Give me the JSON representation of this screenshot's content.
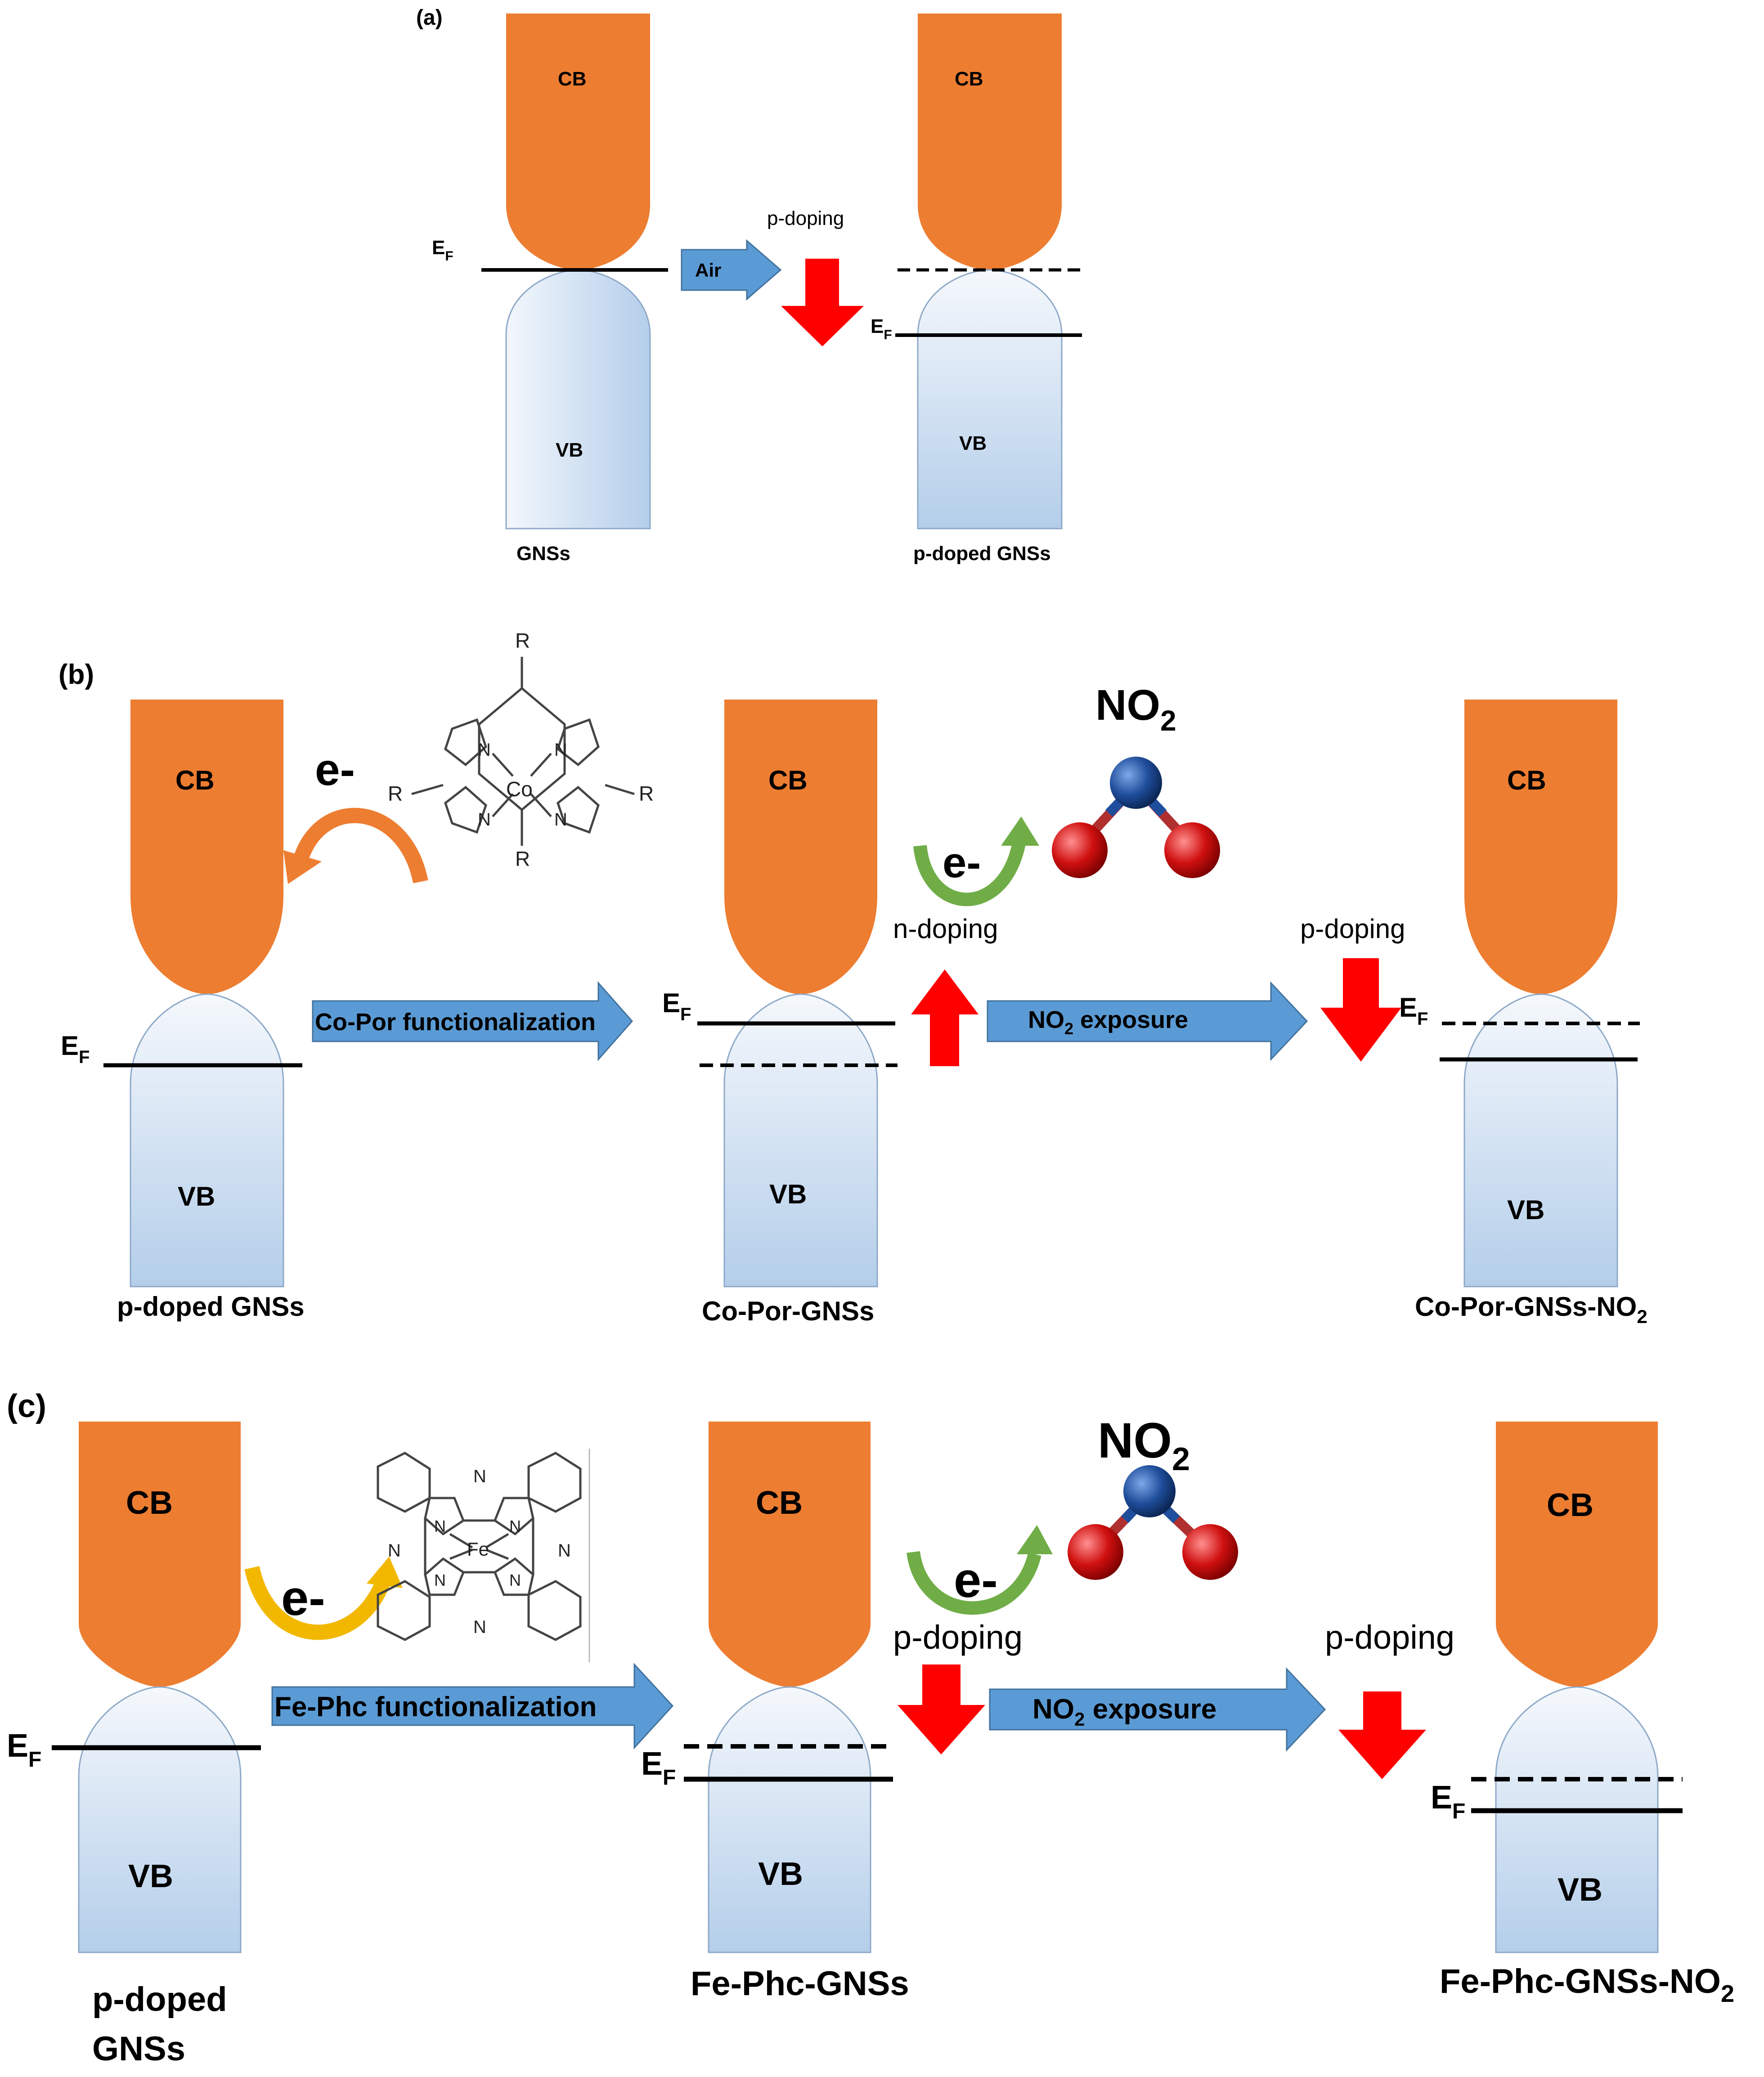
{
  "panels": {
    "a": {
      "label": "(a)",
      "cb": "CB",
      "vb": "VB",
      "ef": "E",
      "ef_sub": "F",
      "left_name": "GNSs",
      "arrow_text": "Air",
      "doping_text": "p-doping",
      "right_name": "p-doped GNSs"
    },
    "b": {
      "label": "(b)",
      "cb": "CB",
      "vb": "VB",
      "ef": "E",
      "ef_sub": "F",
      "electron": "e-",
      "molecule_r": "R",
      "molecule_n": "N",
      "molecule_metal": "Co",
      "left_name": "p-doped GNSs",
      "arrow1_text": "Co-Por functionalization",
      "mid_name": "Co-Por-GNSs",
      "n_doping": "n-doping",
      "no2_main": "NO",
      "no2_sub": "2",
      "arrow2_main": "NO",
      "arrow2_sub": "2",
      "arrow2_rest": " exposure",
      "p_doping": "p-doping",
      "right_name_main": "Co-Por-GNSs-NO",
      "right_name_sub": "2"
    },
    "c": {
      "label": "(c)",
      "cb": "CB",
      "vb": "VB",
      "ef": "E",
      "ef_sub": "F",
      "electron": "e-",
      "molecule_n": "N",
      "molecule_metal": "Fe",
      "left_name_line1": "p-doped",
      "left_name_line2": "GNSs",
      "arrow1_text": "Fe-Phc functionalization",
      "mid_name": "Fe-Phc-GNSs",
      "p_doping_1": "p-doping",
      "no2_main": "NO",
      "no2_sub": "2",
      "arrow2_main": "NO",
      "arrow2_sub": "2",
      "arrow2_rest": " exposure",
      "p_doping_2": "p-doping",
      "right_name_main": "Fe-Phc-GNSs-NO",
      "right_name_sub": "2"
    }
  },
  "colors": {
    "conduction_band": "#ED7D31",
    "valence_band_light": "#F3F7FC",
    "valence_band_dark": "#B4CEEA",
    "process_arrow": "#5B9BD5",
    "doping_arrow": "#FF0000",
    "electron_transfer_orange": "#ED7D31",
    "electron_transfer_green": "#70AD47",
    "electron_transfer_gold": "#F2B800",
    "oxygen": "#D01010",
    "nitrogen": "#1F4E9C"
  }
}
